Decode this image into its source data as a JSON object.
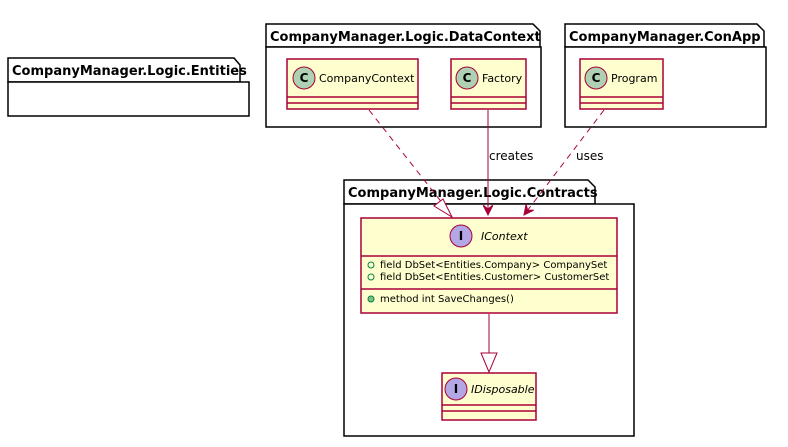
{
  "colors": {
    "class_fill": "#FEFECE",
    "class_border": "#A80036",
    "class_badge": "#ADD1B2",
    "interface_badge": "#B4A7E5",
    "package_fill": "#FFFFFF",
    "edge": "#A80036",
    "public_method_dot": "#84BE84"
  },
  "packages": {
    "entities": {
      "title": "CompanyManager.Logic.Entities"
    },
    "datacontext": {
      "title": "CompanyManager.Logic.DataContext"
    },
    "conapp": {
      "title": "CompanyManager.ConApp"
    },
    "contracts": {
      "title": "CompanyManager.Logic.Contracts"
    }
  },
  "classes": {
    "company_context": {
      "badge": "C",
      "name": "CompanyContext"
    },
    "factory": {
      "badge": "C",
      "name": "Factory"
    },
    "program": {
      "badge": "C",
      "name": "Program"
    }
  },
  "interfaces": {
    "icontext": {
      "badge": "I",
      "name": "IContext",
      "fields": [
        "field DbSet<Entities.Company> CompanySet",
        "field DbSet<Entities.Customer> CustomerSet"
      ],
      "methods": [
        "method int SaveChanges()"
      ]
    },
    "idisposable": {
      "badge": "I",
      "name": "IDisposable"
    }
  },
  "edges": {
    "factory_creates": {
      "label": "creates"
    },
    "program_uses": {
      "label": "uses"
    }
  }
}
